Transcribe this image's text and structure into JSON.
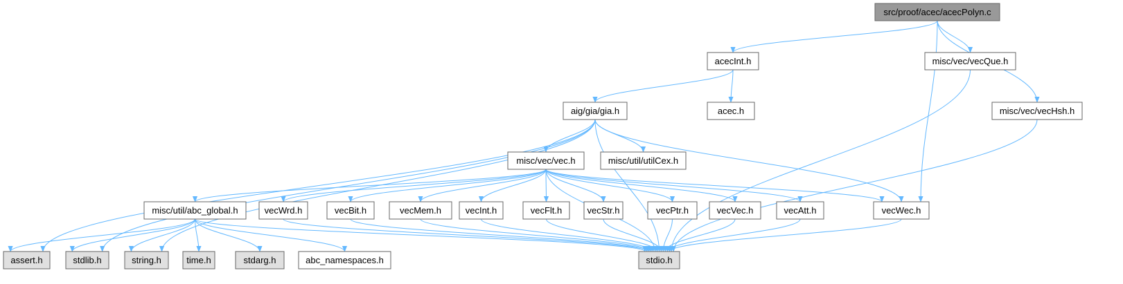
{
  "graph": {
    "colors": {
      "root_fill": "#999999",
      "system_fill": "#e0e0e0",
      "node_fill": "#ffffff",
      "edge": "#63b8ff"
    },
    "nodes": [
      {
        "id": "root",
        "label": "src/proof/acec/acecPolyn.c",
        "kind": "root"
      },
      {
        "id": "acecInt",
        "label": "acecInt.h",
        "kind": "node"
      },
      {
        "id": "vecQue",
        "label": "misc/vec/vecQue.h",
        "kind": "node"
      },
      {
        "id": "acec",
        "label": "acec.h",
        "kind": "node"
      },
      {
        "id": "vecHsh",
        "label": "misc/vec/vecHsh.h",
        "kind": "node"
      },
      {
        "id": "gia",
        "label": "aig/gia/gia.h",
        "kind": "node"
      },
      {
        "id": "vec",
        "label": "misc/vec/vec.h",
        "kind": "node"
      },
      {
        "id": "utilCex",
        "label": "misc/util/utilCex.h",
        "kind": "node"
      },
      {
        "id": "abc_global",
        "label": "misc/util/abc_global.h",
        "kind": "node"
      },
      {
        "id": "vecWrd",
        "label": "vecWrd.h",
        "kind": "node"
      },
      {
        "id": "vecBit",
        "label": "vecBit.h",
        "kind": "node"
      },
      {
        "id": "vecMem",
        "label": "vecMem.h",
        "kind": "node"
      },
      {
        "id": "vecInt",
        "label": "vecInt.h",
        "kind": "node"
      },
      {
        "id": "vecFlt",
        "label": "vecFlt.h",
        "kind": "node"
      },
      {
        "id": "vecStr",
        "label": "vecStr.h",
        "kind": "node"
      },
      {
        "id": "vecPtr",
        "label": "vecPtr.h",
        "kind": "node"
      },
      {
        "id": "vecVec",
        "label": "vecVec.h",
        "kind": "node"
      },
      {
        "id": "vecAtt",
        "label": "vecAtt.h",
        "kind": "node"
      },
      {
        "id": "vecWec",
        "label": "vecWec.h",
        "kind": "node"
      },
      {
        "id": "assert",
        "label": "assert.h",
        "kind": "system"
      },
      {
        "id": "stdlib",
        "label": "stdlib.h",
        "kind": "system"
      },
      {
        "id": "string",
        "label": "string.h",
        "kind": "system"
      },
      {
        "id": "time",
        "label": "time.h",
        "kind": "system"
      },
      {
        "id": "stdarg",
        "label": "stdarg.h",
        "kind": "system"
      },
      {
        "id": "abc_namespaces",
        "label": "abc_namespaces.h",
        "kind": "node"
      },
      {
        "id": "stdio",
        "label": "stdio.h",
        "kind": "system"
      }
    ],
    "edges": [
      [
        "root",
        "acecInt"
      ],
      [
        "root",
        "vecQue"
      ],
      [
        "root",
        "vecHsh"
      ],
      [
        "root",
        "vecWec"
      ],
      [
        "acecInt",
        "gia"
      ],
      [
        "acecInt",
        "acec"
      ],
      [
        "gia",
        "vec"
      ],
      [
        "gia",
        "utilCex"
      ],
      [
        "gia",
        "assert"
      ],
      [
        "gia",
        "stdlib"
      ],
      [
        "gia",
        "string"
      ],
      [
        "gia",
        "stdio"
      ],
      [
        "gia",
        "vecWec"
      ],
      [
        "vec",
        "abc_global"
      ],
      [
        "vec",
        "vecWrd"
      ],
      [
        "vec",
        "vecBit"
      ],
      [
        "vec",
        "vecMem"
      ],
      [
        "vec",
        "vecInt"
      ],
      [
        "vec",
        "vecFlt"
      ],
      [
        "vec",
        "vecStr"
      ],
      [
        "vec",
        "vecPtr"
      ],
      [
        "vec",
        "vecVec"
      ],
      [
        "vec",
        "vecAtt"
      ],
      [
        "vec",
        "vecWec"
      ],
      [
        "vec",
        "stdio"
      ],
      [
        "abc_global",
        "assert"
      ],
      [
        "abc_global",
        "stdlib"
      ],
      [
        "abc_global",
        "string"
      ],
      [
        "abc_global",
        "time"
      ],
      [
        "abc_global",
        "stdarg"
      ],
      [
        "abc_global",
        "abc_namespaces"
      ],
      [
        "abc_global",
        "stdio"
      ],
      [
        "vecWrd",
        "stdio"
      ],
      [
        "vecBit",
        "stdio"
      ],
      [
        "vecMem",
        "stdio"
      ],
      [
        "vecInt",
        "stdio"
      ],
      [
        "vecFlt",
        "stdio"
      ],
      [
        "vecStr",
        "stdio"
      ],
      [
        "vecPtr",
        "stdio"
      ],
      [
        "vecVec",
        "stdio"
      ],
      [
        "vecAtt",
        "stdio"
      ],
      [
        "vecWec",
        "stdio"
      ],
      [
        "vecQue",
        "stdio"
      ],
      [
        "vecHsh",
        "stdio"
      ]
    ]
  }
}
